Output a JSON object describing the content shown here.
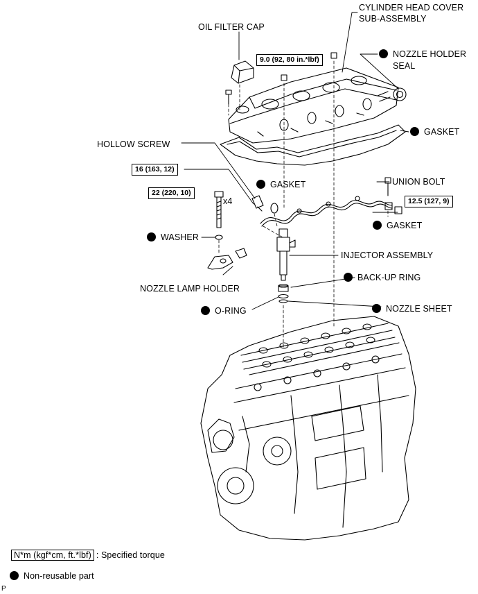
{
  "labels": {
    "cylinder_head_cover_line1": "CYLINDER HEAD COVER",
    "cylinder_head_cover_line2": "SUB-ASSEMBLY",
    "oil_filter_cap": "OIL FILTER CAP",
    "nozzle_holder_seal_line1": "NOZZLE HOLDER",
    "nozzle_holder_seal_line2": "SEAL",
    "gasket_cover": "GASKET",
    "hollow_screw": "HOLLOW SCREW",
    "gasket_hollow": "GASKET",
    "union_bolt": "UNION BOLT",
    "gasket_union": "GASKET",
    "x4": "x4",
    "washer": "WASHER",
    "injector_assembly": "INJECTOR ASSEMBLY",
    "nozzle_lamp_holder": "NOZZLE LAMP HOLDER",
    "back_up_ring": "BACK-UP RING",
    "o_ring": "O-RING",
    "nozzle_sheet": "NOZZLE SHEET"
  },
  "torques": {
    "cover_nut": "9.0 (92, 80 in.*lbf)",
    "hollow_screw": "16 (163, 12)",
    "clamp_bolt": "22 (220, 10)",
    "union_bolt": "12.5 (127, 9)"
  },
  "legend": {
    "unit_box": "N*m (kgf*cm, ft.*lbf)",
    "unit_text": ": Specified torque",
    "nonreusable": "Non-reusable part"
  },
  "corner_mark": "P"
}
